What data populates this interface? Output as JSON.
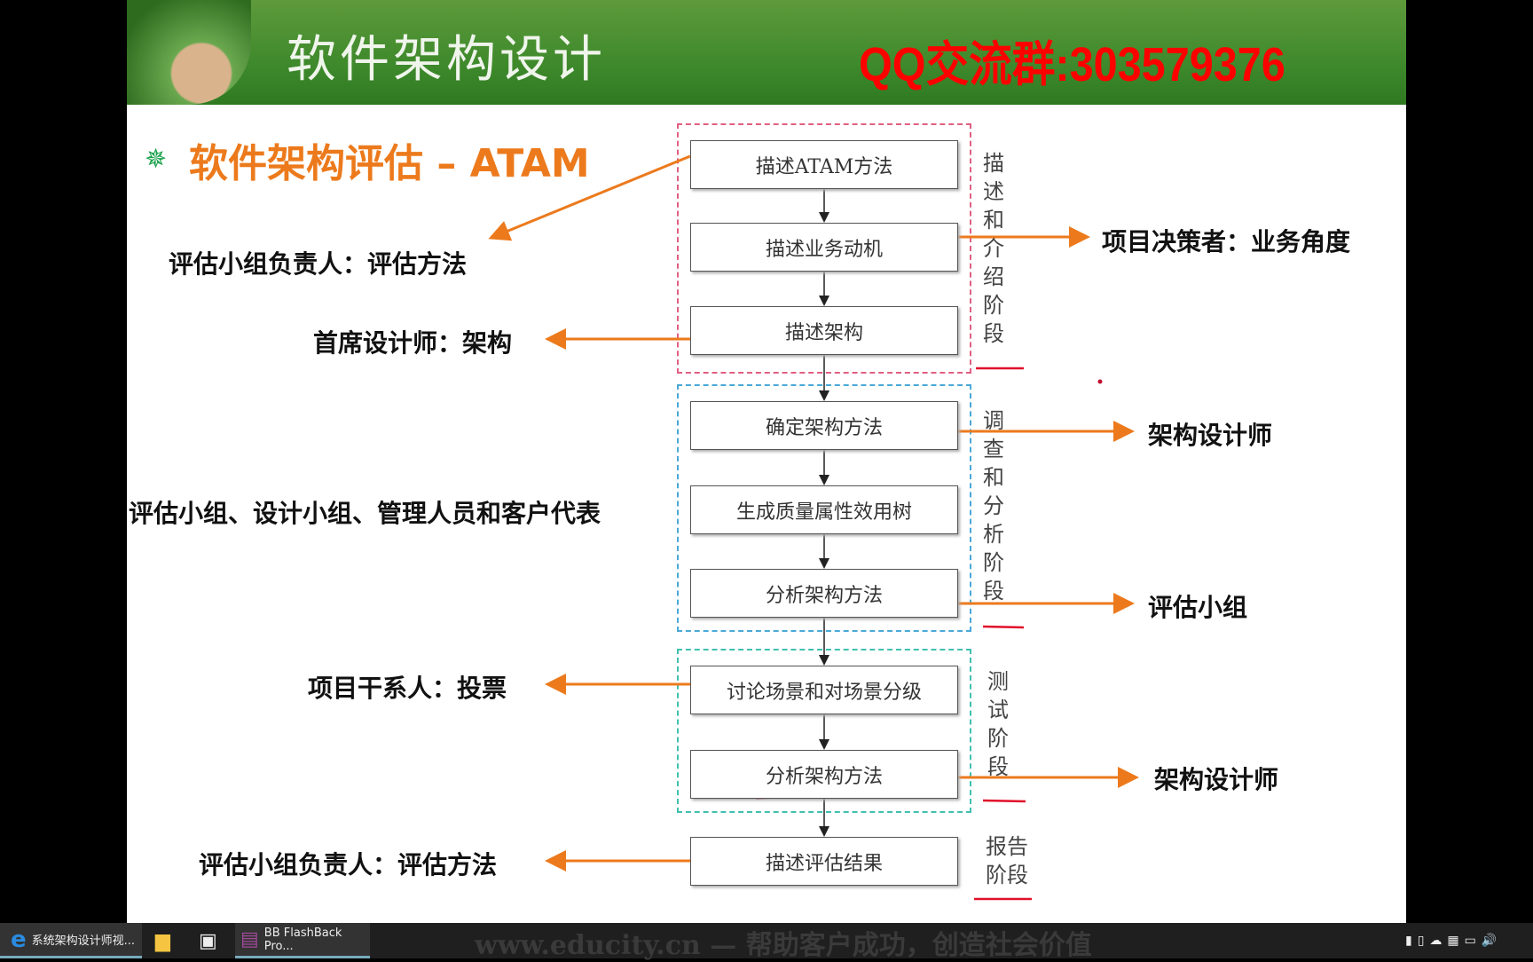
{
  "header": {
    "title": "软件架构设计",
    "qq": "QQ交流群:303579376"
  },
  "subtitle": "软件架构评估 – ATAM",
  "boxes": [
    "描述ATAM方法",
    "描述业务动机",
    "描述架构",
    "确定架构方法",
    "生成质量属性效用树",
    "分析架构方法",
    "讨论场景和对场景分级",
    "分析架构方法",
    "描述评估结果"
  ],
  "phases": [
    "描述和介绍阶段",
    "调查和分析阶段",
    "测试阶段",
    "报告阶段"
  ],
  "left_labels": [
    "评估小组负责人：评估方法",
    "首席设计师：架构",
    "评估小组、设计小组、管理人员和客户代表",
    "项目干系人：投票",
    "评估小组负责人：评估方法"
  ],
  "right_labels": [
    "项目决策者：业务角度",
    "架构设计师",
    "评估小组",
    "架构设计师"
  ],
  "footer": "www.educity.cn — 帮助客户成功，创造社会价值",
  "taskbar": {
    "items": [
      "系统架构设计师视...",
      "BB FlashBack Pro..."
    ]
  },
  "colors": {
    "arrow": "#ec7a1c",
    "header": "#3f8a2c",
    "qq": "#ff0000",
    "group1": "#e06080",
    "group2": "#4aa8d8",
    "group3": "#40c0b0"
  }
}
